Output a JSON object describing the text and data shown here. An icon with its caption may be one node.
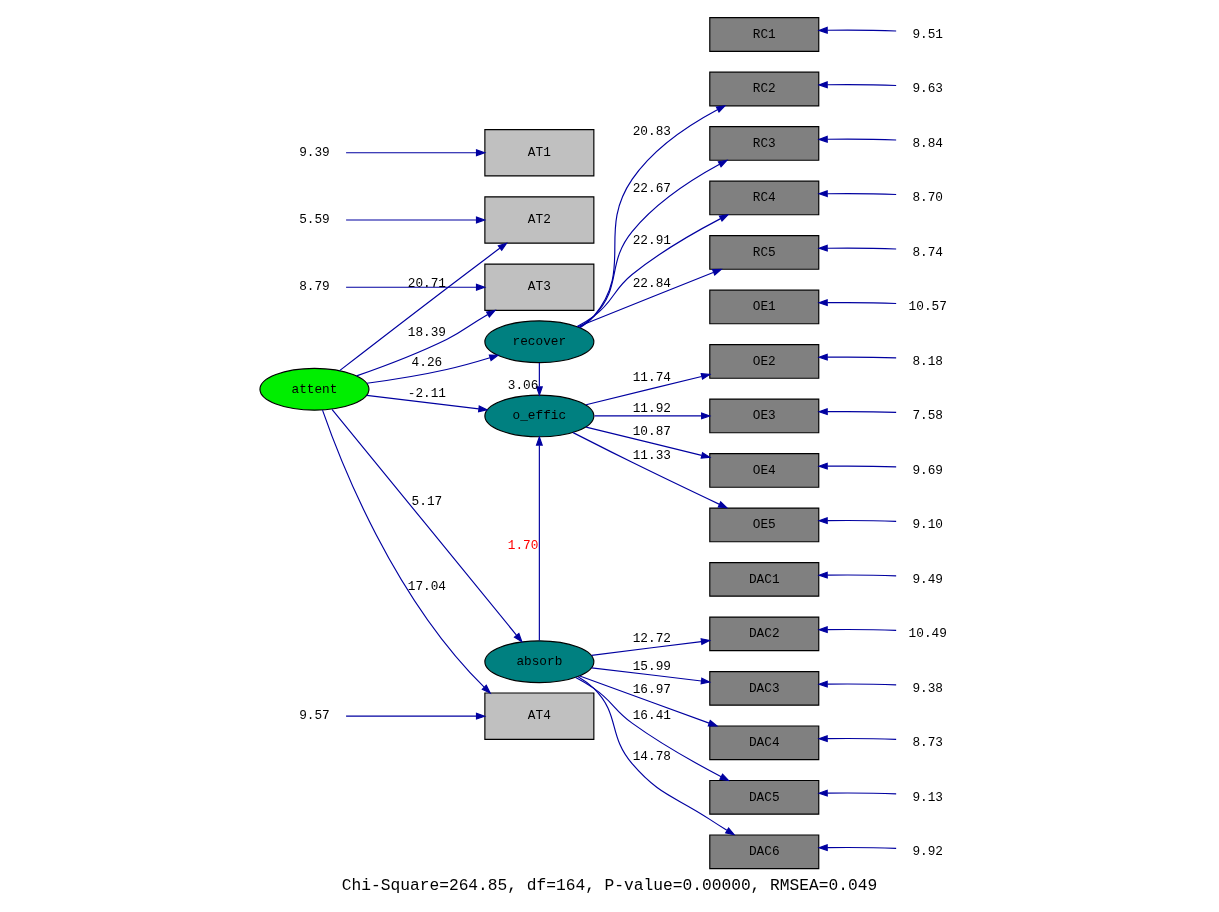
{
  "diagram": {
    "caption": "Chi-Square=264.85, df=164, P-value=0.00000, RMSEA=0.049",
    "nodes": [
      {
        "text": [
          "9.39"
        ]
      },
      {
        "text": [
          "AT1"
        ]
      },
      {
        "text": [
          "5.59"
        ]
      },
      {
        "text": [
          "AT2"
        ]
      },
      {
        "text": [
          "8.79"
        ]
      },
      {
        "text": [
          "AT3"
        ]
      },
      {
        "text": [
          "9.57"
        ]
      },
      {
        "text": [
          "AT4"
        ]
      },
      {
        "text": [
          "attent"
        ]
      },
      {
        "text": [
          "recover"
        ]
      },
      {
        "text": [
          "o_effic"
        ]
      },
      {
        "text": [
          "absorb"
        ]
      },
      {
        "text": [
          "RC1"
        ]
      },
      {
        "text": [
          "RC2"
        ]
      },
      {
        "text": [
          "RC3"
        ]
      },
      {
        "text": [
          "RC4"
        ]
      },
      {
        "text": [
          "RC5"
        ]
      },
      {
        "text": [
          "OE1"
        ]
      },
      {
        "text": [
          "OE2"
        ]
      },
      {
        "text": [
          "OE3"
        ]
      },
      {
        "text": [
          "OE4"
        ]
      },
      {
        "text": [
          "OE5"
        ]
      },
      {
        "text": [
          "DAC1"
        ]
      },
      {
        "text": [
          "DAC2"
        ]
      },
      {
        "text": [
          "DAC3"
        ]
      },
      {
        "text": [
          "DAC4"
        ]
      },
      {
        "text": [
          "DAC5"
        ]
      },
      {
        "text": [
          "DAC6"
        ]
      },
      {
        "text": [
          "9.51"
        ]
      },
      {
        "text": [
          "9.63"
        ]
      },
      {
        "text": [
          "8.84"
        ]
      },
      {
        "text": [
          "8.70"
        ]
      },
      {
        "text": [
          "8.74"
        ]
      },
      {
        "text": [
          "10.57"
        ]
      },
      {
        "text": [
          "8.18"
        ]
      },
      {
        "text": [
          "7.58"
        ]
      },
      {
        "text": [
          "9.69"
        ]
      },
      {
        "text": [
          "9.10"
        ]
      },
      {
        "text": [
          "9.49"
        ]
      },
      {
        "text": [
          "10.49"
        ]
      },
      {
        "text": [
          "9.38"
        ]
      },
      {
        "text": [
          "8.73"
        ]
      },
      {
        "text": [
          "9.13"
        ]
      },
      {
        "text": [
          "9.92"
        ]
      }
    ],
    "edges": [
      {
        "from": 0,
        "to": 1,
        "arrow": "to"
      },
      {
        "from": 2,
        "to": 3,
        "arrow": "to"
      },
      {
        "from": 4,
        "to": 5,
        "arrow": "to"
      },
      {
        "from": 6,
        "to": 7,
        "arrow": "to"
      },
      {
        "from": 8,
        "to": 3,
        "arrow": "to",
        "label": "20.71"
      },
      {
        "from": 8,
        "to": 5,
        "arrow": "to",
        "label": "18.39"
      },
      {
        "from": 8,
        "to": 7,
        "arrow": "to",
        "label": "17.04"
      },
      {
        "from": 8,
        "to": 9,
        "arrow": "to",
        "label": "4.26"
      },
      {
        "from": 8,
        "to": 10,
        "arrow": "to",
        "label": "-2.11"
      },
      {
        "from": 8,
        "to": 11,
        "arrow": "to",
        "label": "5.17"
      },
      {
        "from": 9,
        "to": 10,
        "arrow": "to",
        "label": "3.06"
      },
      {
        "from": 11,
        "to": 10,
        "arrow": "to",
        "label": "1.70"
      },
      {
        "from": 9,
        "to": 13,
        "arrow": "to",
        "label": "20.83"
      },
      {
        "from": 9,
        "to": 14,
        "arrow": "to",
        "label": "22.67"
      },
      {
        "from": 9,
        "to": 15,
        "arrow": "to",
        "label": "22.91"
      },
      {
        "from": 9,
        "to": 16,
        "arrow": "to",
        "label": "22.84"
      },
      {
        "from": 10,
        "to": 18,
        "arrow": "to",
        "label": "11.74"
      },
      {
        "from": 10,
        "to": 19,
        "arrow": "to",
        "label": "11.92"
      },
      {
        "from": 10,
        "to": 20,
        "arrow": "to",
        "label": "10.87"
      },
      {
        "from": 10,
        "to": 21,
        "arrow": "to",
        "label": "11.33"
      },
      {
        "from": 11,
        "to": 23,
        "arrow": "to",
        "label": "12.72"
      },
      {
        "from": 11,
        "to": 24,
        "arrow": "to",
        "label": "15.99"
      },
      {
        "from": 11,
        "to": 25,
        "arrow": "to",
        "label": "16.97"
      },
      {
        "from": 11,
        "to": 26,
        "arrow": "to",
        "label": "16.41"
      },
      {
        "from": 11,
        "to": 27,
        "arrow": "to",
        "label": "14.78"
      },
      {
        "from": 28,
        "to": 12,
        "arrow": "to"
      },
      {
        "from": 29,
        "to": 13,
        "arrow": "to"
      },
      {
        "from": 30,
        "to": 14,
        "arrow": "to"
      },
      {
        "from": 31,
        "to": 15,
        "arrow": "to"
      },
      {
        "from": 32,
        "to": 16,
        "arrow": "to"
      },
      {
        "from": 33,
        "to": 17,
        "arrow": "to"
      },
      {
        "from": 34,
        "to": 18,
        "arrow": "to"
      },
      {
        "from": 35,
        "to": 19,
        "arrow": "to"
      },
      {
        "from": 36,
        "to": 20,
        "arrow": "to"
      },
      {
        "from": 37,
        "to": 21,
        "arrow": "to"
      },
      {
        "from": 38,
        "to": 22,
        "arrow": "to"
      },
      {
        "from": 39,
        "to": 23,
        "arrow": "to"
      },
      {
        "from": 40,
        "to": 24,
        "arrow": "to"
      },
      {
        "from": 41,
        "to": 25,
        "arrow": "to"
      },
      {
        "from": 42,
        "to": 26,
        "arrow": "to"
      },
      {
        "from": 43,
        "to": 27,
        "arrow": "to"
      }
    ]
  }
}
